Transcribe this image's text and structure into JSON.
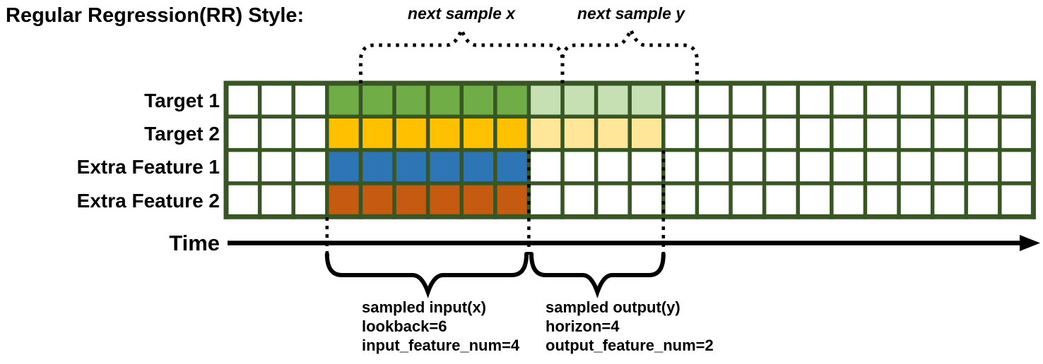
{
  "title": "Regular Regression(RR) Style:",
  "colors": {
    "grid_border": "#375623",
    "ink": "#000000",
    "solid_green": "#70AD47",
    "light_green": "#C6E0B4",
    "solid_yellow": "#FFC000",
    "light_yellow": "#FFE699",
    "solid_blue": "#2E75B6",
    "solid_orange": "#C55A11",
    "cell_white": "#FFFFFF"
  },
  "grid": {
    "columns": 24,
    "rows": [
      {
        "label": "Target 1",
        "solid_color": "#70AD47",
        "solid_cols": [
          3,
          8
        ],
        "light_color": "#C6E0B4",
        "light_cols": [
          9,
          12
        ]
      },
      {
        "label": "Target 2",
        "solid_color": "#FFC000",
        "solid_cols": [
          3,
          8
        ],
        "light_color": "#FFE699",
        "light_cols": [
          9,
          12
        ]
      },
      {
        "label": "Extra Feature 1",
        "solid_color": "#2E75B6",
        "solid_cols": [
          3,
          8
        ]
      },
      {
        "label": "Extra Feature 2",
        "solid_color": "#C55A11",
        "solid_cols": [
          3,
          8
        ]
      }
    ]
  },
  "annotations": {
    "next_sample_x": "next sample x",
    "next_sample_y": "next sample y",
    "time_label": "Time",
    "input_block": [
      "sampled input(x)",
      "lookback=6",
      "input_feature_num=4"
    ],
    "output_block": [
      "sampled output(y)",
      "horizon=4",
      "output_feature_num=2"
    ]
  }
}
